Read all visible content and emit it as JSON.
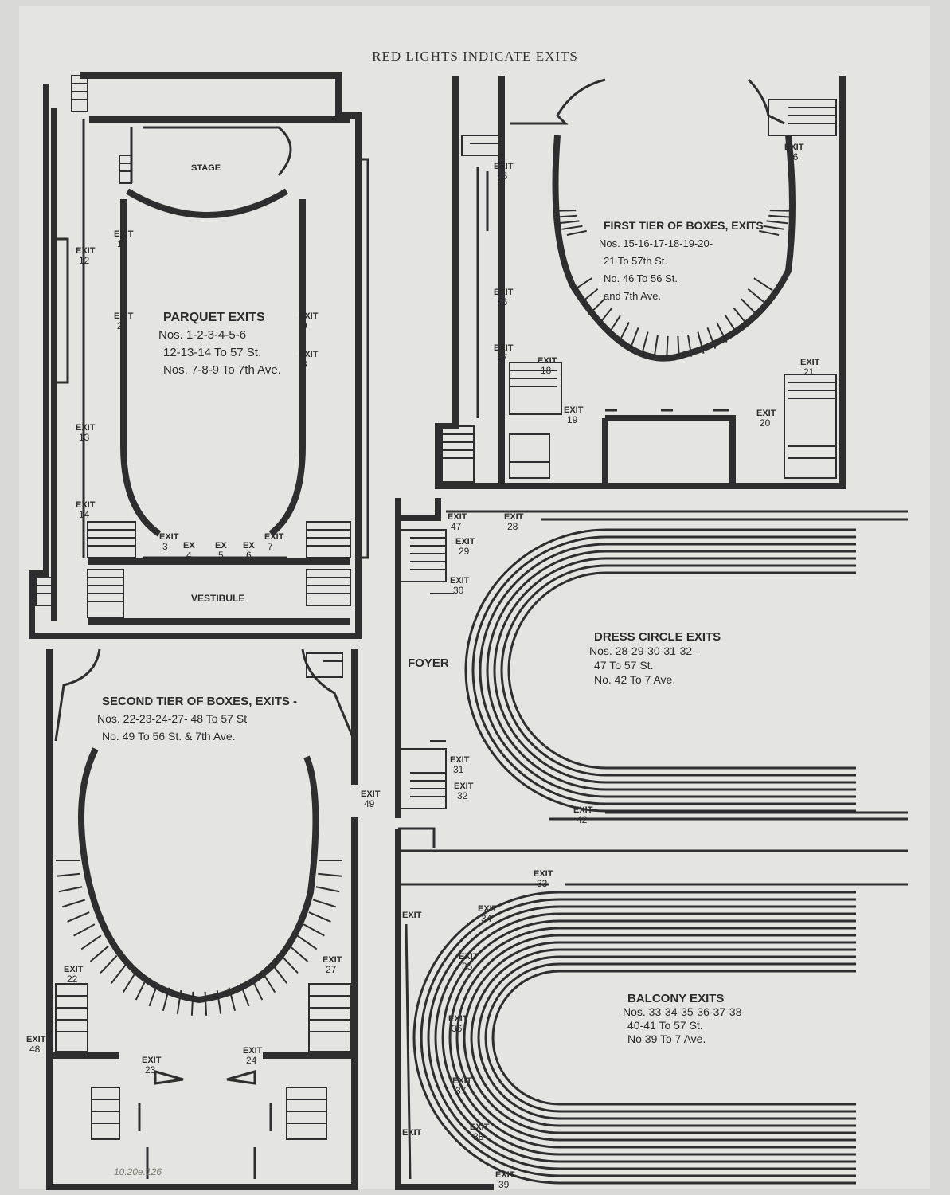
{
  "header": "RED LIGHTS INDICATE EXITS",
  "catalog_note": "10.20e.126",
  "colors": {
    "paper": "#e4e5e0",
    "ink": "#2e2e2e",
    "background": "#d9d9d5"
  },
  "parquet": {
    "stage": "STAGE",
    "vestibule": "VESTIBULE",
    "title": "PARQUET EXITS",
    "lines": [
      "Nos. 1-2-3-4-5-6",
      "12-13-14 To 57 St.",
      "Nos. 7-8-9 To 7th Ave."
    ],
    "exits": [
      {
        "word": "EXIT",
        "num": "1"
      },
      {
        "word": "EXIT",
        "num": "12"
      },
      {
        "word": "EXIT",
        "num": "2"
      },
      {
        "word": "EXIT",
        "num": "9"
      },
      {
        "word": "EXIT",
        "num": "8"
      },
      {
        "word": "EXIT",
        "num": "13"
      },
      {
        "word": "EXIT",
        "num": "14"
      },
      {
        "word": "EXIT",
        "num": "3"
      },
      {
        "word": "EX",
        "num": "4"
      },
      {
        "word": "EX",
        "num": "5"
      },
      {
        "word": "EX",
        "num": "6"
      },
      {
        "word": "EXIT",
        "num": "7"
      }
    ]
  },
  "first_tier": {
    "title": "FIRST TIER OF BOXES, EXITS",
    "lines": [
      "Nos. 15-16-17-18-19-20-",
      "21 To 57th St.",
      "No. 46 To 56 St.",
      "and 7th Ave."
    ],
    "exits": [
      {
        "word": "EXIT",
        "num": "15"
      },
      {
        "word": "EXIT",
        "num": "46"
      },
      {
        "word": "EXIT",
        "num": "16"
      },
      {
        "word": "EXIT",
        "num": "17"
      },
      {
        "word": "EXIT",
        "num": "18"
      },
      {
        "word": "EXIT",
        "num": "21"
      },
      {
        "word": "EXIT",
        "num": "19"
      },
      {
        "word": "EXIT",
        "num": "20"
      }
    ]
  },
  "dress_circle": {
    "foyer": "FOYER",
    "title": "DRESS CIRCLE EXITS",
    "lines": [
      "Nos. 28-29-30-31-32-",
      "47 To 57 St.",
      "No. 42 To 7 Ave."
    ],
    "exits": [
      {
        "word": "EXIT",
        "num": "47"
      },
      {
        "word": "EXIT",
        "num": "28"
      },
      {
        "word": "EXIT",
        "num": "29"
      },
      {
        "word": "EXIT",
        "num": "30"
      },
      {
        "word": "EXIT",
        "num": "31"
      },
      {
        "word": "EXIT",
        "num": "32"
      },
      {
        "word": "EXIT",
        "num": "42"
      }
    ]
  },
  "second_tier": {
    "title": "SECOND TIER OF BOXES, EXITS -",
    "lines": [
      "Nos. 22-23-24-27- 48 To 57 St",
      "No. 49 To 56 St. & 7th Ave."
    ],
    "exits": [
      {
        "word": "EXIT",
        "num": "49"
      },
      {
        "word": "EXIT",
        "num": "22"
      },
      {
        "word": "EXIT",
        "num": "27"
      },
      {
        "word": "EXIT",
        "num": "48"
      },
      {
        "word": "EXIT",
        "num": "23"
      },
      {
        "word": "EXIT",
        "num": "24"
      }
    ]
  },
  "balcony": {
    "title": "BALCONY EXITS",
    "lines": [
      "Nos. 33-34-35-36-37-38-",
      "40-41 To 57 St.",
      "No 39 To 7 Ave."
    ],
    "exits": [
      {
        "word": "EXIT",
        "num": "33"
      },
      {
        "word": "EXIT",
        "num": ""
      },
      {
        "word": "EXIT",
        "num": "34"
      },
      {
        "word": "EXIT",
        "num": "35"
      },
      {
        "word": "EXIT",
        "num": "36"
      },
      {
        "word": "EXIT",
        "num": "37"
      },
      {
        "word": "EXIT",
        "num": "38"
      },
      {
        "word": "EXIT",
        "num": ""
      },
      {
        "word": "EXIT",
        "num": "39"
      }
    ]
  }
}
